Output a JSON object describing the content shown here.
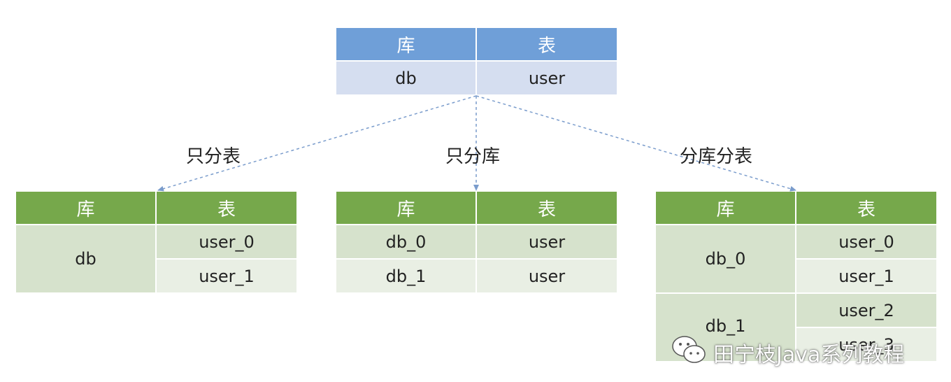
{
  "top_table": {
    "headers": [
      "库",
      "表"
    ],
    "row": [
      "db",
      "user"
    ]
  },
  "labels": {
    "only_table": "只分表",
    "only_db": "只分库",
    "both": "分库分表"
  },
  "left_table": {
    "headers": [
      "库",
      "表"
    ],
    "db": "db",
    "tables": [
      "user_0",
      "user_1"
    ]
  },
  "middle_table": {
    "headers": [
      "库",
      "表"
    ],
    "rows": [
      [
        "db_0",
        "user"
      ],
      [
        "db_1",
        "user"
      ]
    ]
  },
  "right_table": {
    "headers": [
      "库",
      "表"
    ],
    "dbs": [
      "db_0",
      "db_1"
    ],
    "tables": [
      "user_0",
      "user_1",
      "user_2",
      "user_3"
    ]
  },
  "watermark": "田宁枝Java系列教程",
  "colors": {
    "blue_header": "#6f9fd8",
    "blue_body": "#d5def0",
    "green_header": "#76a84b",
    "green_row_dark": "#d6e2cc",
    "green_row_light": "#e9efe4",
    "connector": "#7a9ccc"
  }
}
